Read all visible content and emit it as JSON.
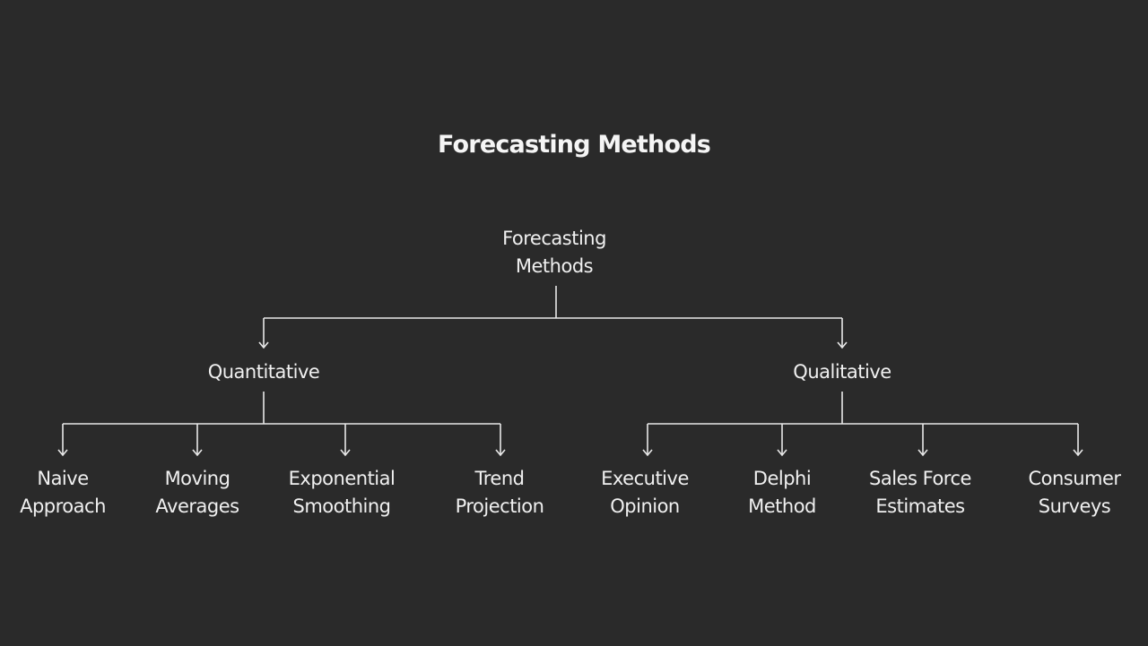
{
  "title": "Forecasting Methods",
  "colors": {
    "background": "#2a2a2a",
    "text": "#f0f0f0",
    "lines": "#e8e8e8"
  },
  "tree": {
    "root": {
      "line1": "Forecasting",
      "line2": "Methods"
    },
    "branches": [
      {
        "label": "Quantitative",
        "children": [
          {
            "line1": "Naive",
            "line2": "Approach"
          },
          {
            "line1": "Moving",
            "line2": "Averages"
          },
          {
            "line1": "Exponential",
            "line2": "Smoothing"
          },
          {
            "line1": "Trend",
            "line2": "Projection"
          }
        ]
      },
      {
        "label": "Qualitative",
        "children": [
          {
            "line1": "Executive",
            "line2": "Opinion"
          },
          {
            "line1": "Delphi",
            "line2": "Method"
          },
          {
            "line1": "Sales Force",
            "line2": "Estimates"
          },
          {
            "line1": "Consumer",
            "line2": "Surveys"
          }
        ]
      }
    ]
  }
}
